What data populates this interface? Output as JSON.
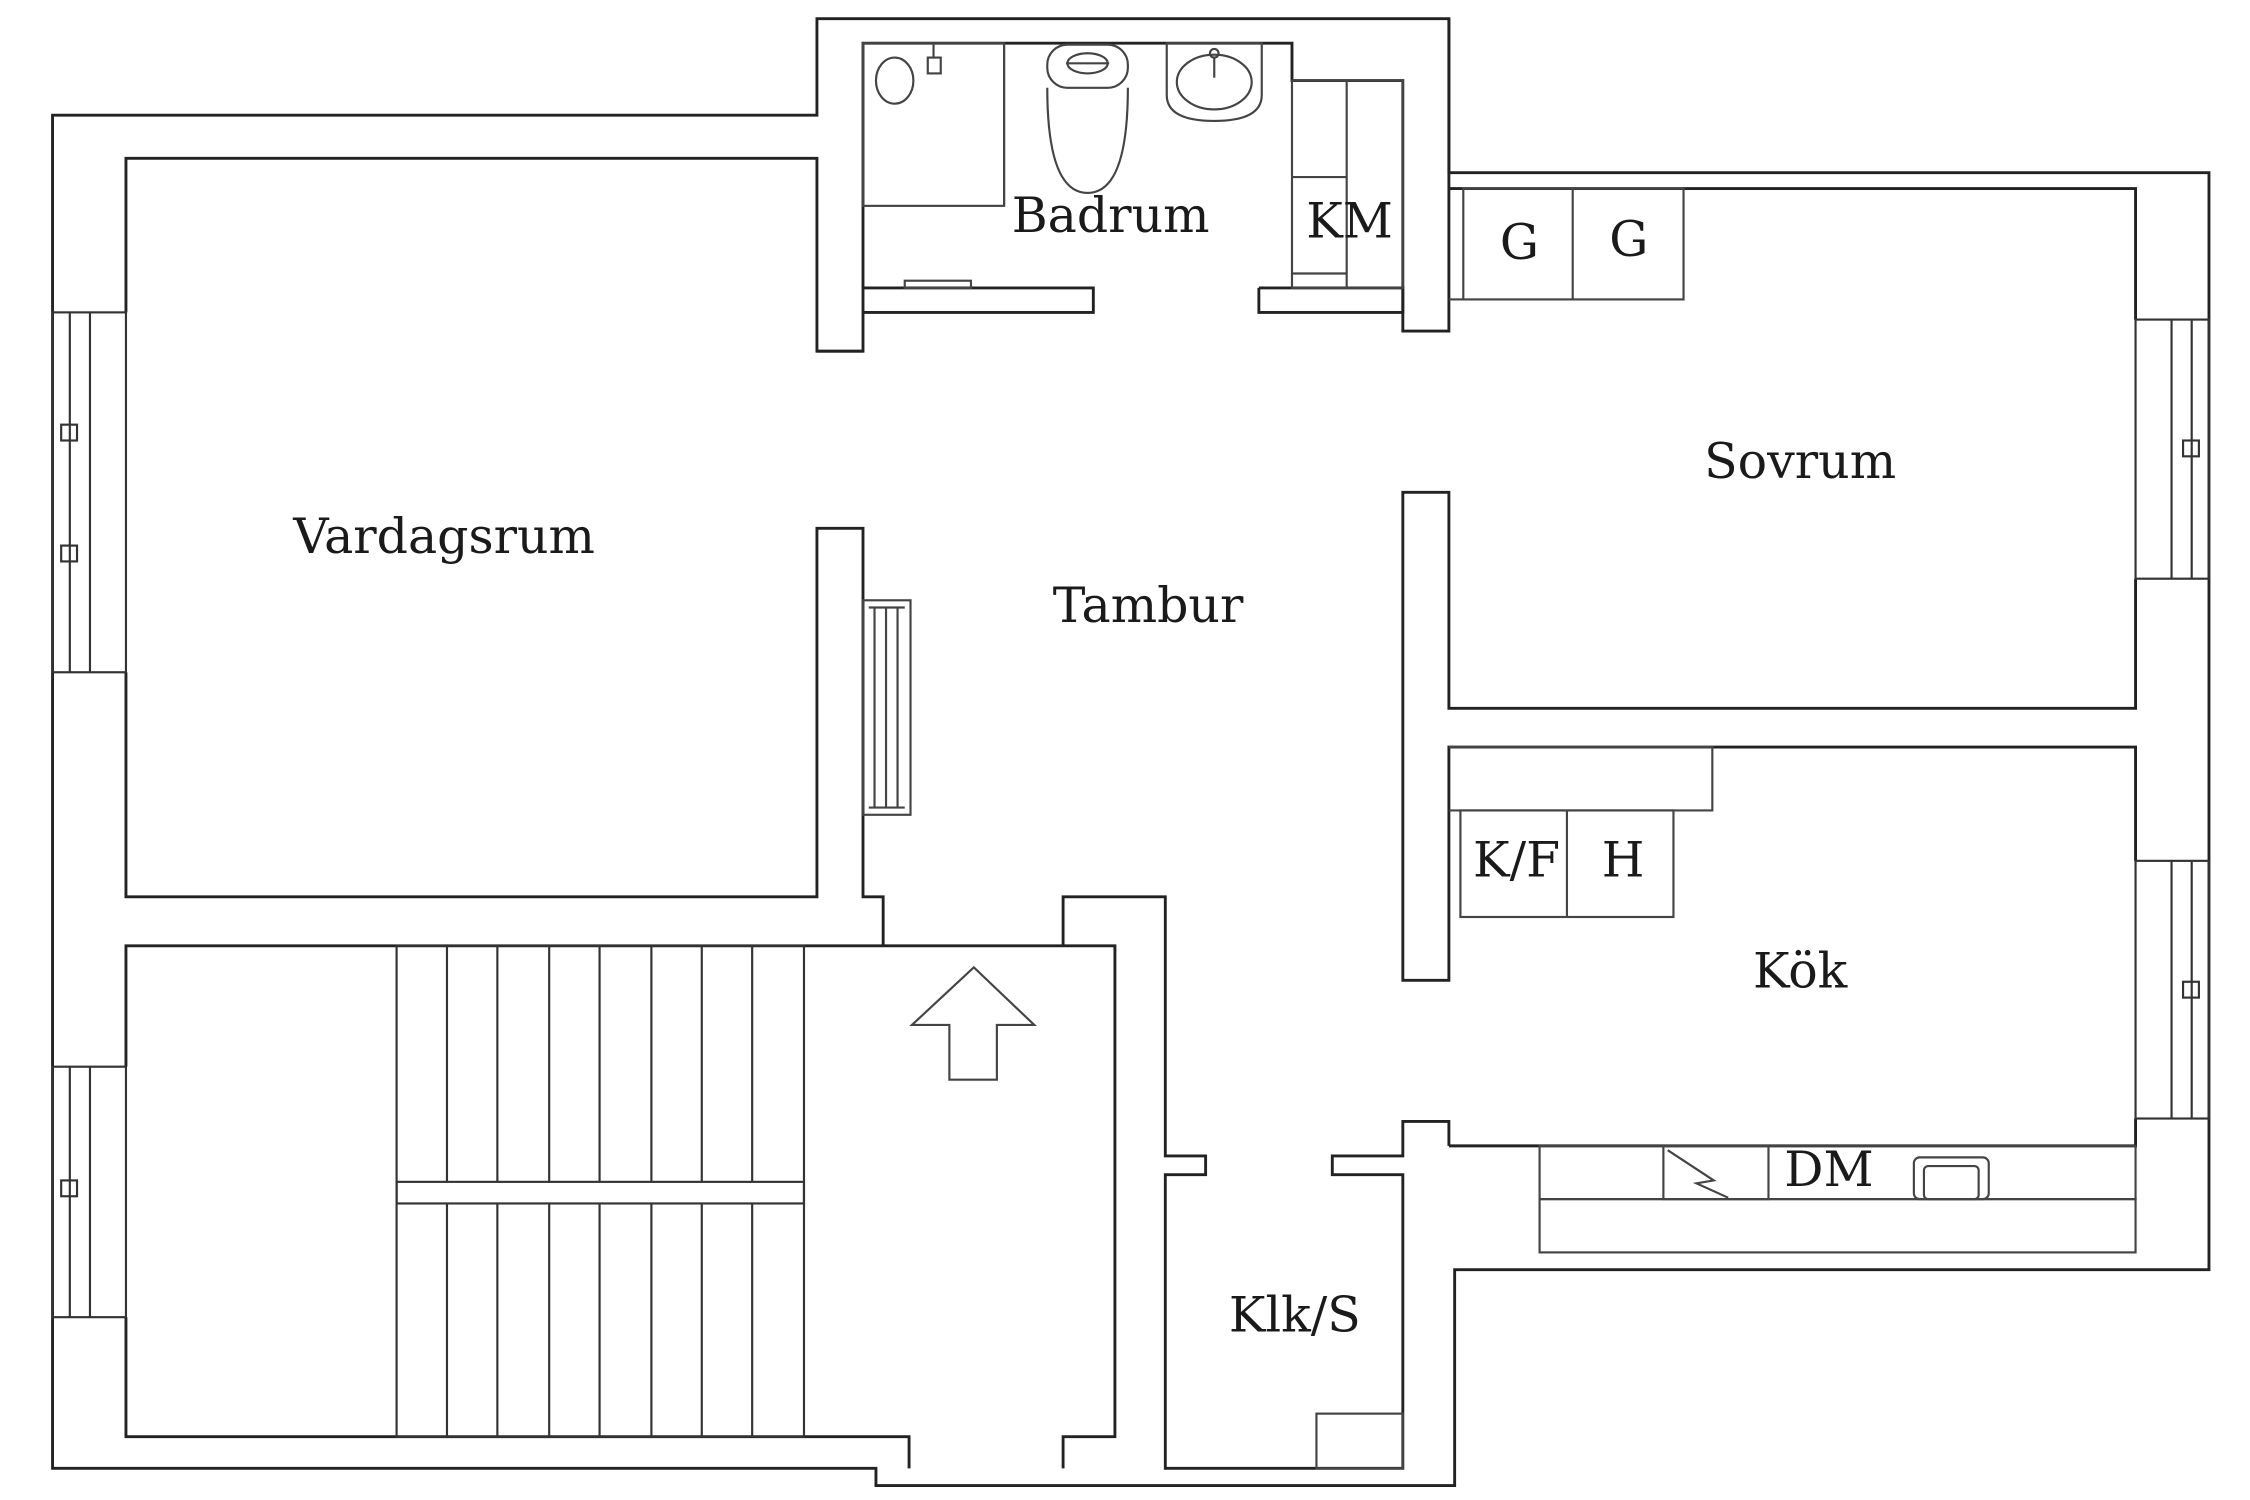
{
  "rooms": {
    "badrum": "Badrum",
    "km": "KM",
    "g1": "G",
    "g2": "G",
    "sovrum": "Sovrum",
    "vardagsrum": "Vardagsrum",
    "tambur": "Tambur",
    "kf": "K/F",
    "h": "H",
    "kok": "Kök",
    "dm": "DM",
    "klks": "Klk/S"
  },
  "colors": {
    "line": "#222222",
    "background": "#ffffff"
  }
}
